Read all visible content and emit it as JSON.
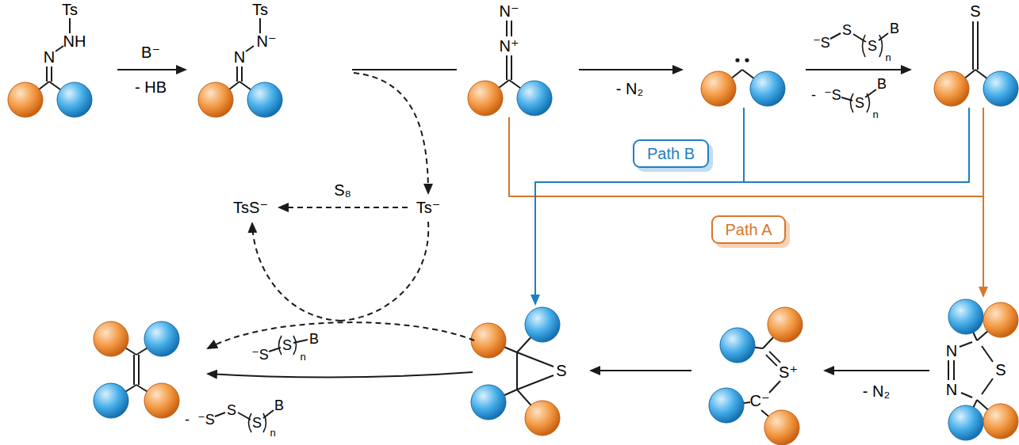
{
  "diagram": {
    "nodes": [
      {
        "text": [
          "Path B"
        ]
      },
      {
        "text": [
          "Path A"
        ]
      }
    ],
    "labels": [
      "Ts",
      "NH",
      "N",
      "B⁻",
      "- HB",
      "Ts",
      "N⁻",
      "N",
      "N⁻",
      "N⁺",
      "- N₂",
      "⁻S",
      "S",
      "S",
      "n",
      "B",
      "S",
      "-",
      "⁻S",
      "S",
      "n",
      "B",
      "TsS⁻",
      "S₈",
      "Ts⁻",
      "N",
      "N",
      "S",
      "S⁺",
      "C⁻",
      "- N₂",
      "S",
      "⁻S",
      "S",
      "n",
      "B",
      "-",
      "⁻S",
      "S",
      "S",
      "n",
      "B"
    ]
  }
}
